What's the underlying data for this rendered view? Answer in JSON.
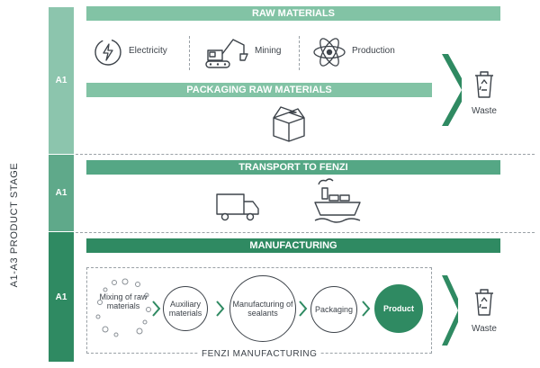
{
  "side_title": "A1-A3 PRODUCT STAGE",
  "stages": {
    "s1": "A1",
    "s2": "A1",
    "s3": "A1"
  },
  "bars": {
    "raw_materials": "RAW MATERIALS",
    "packaging": "PACKAGING RAW MATERIALS",
    "transport": "TRANSPORT TO FENZI",
    "manufacturing": "MANUFACTURING"
  },
  "raw_items": {
    "electricity": "Electricity",
    "mining": "Mining",
    "production": "Production"
  },
  "waste": {
    "top": "Waste",
    "bottom": "Waste"
  },
  "process": {
    "mixing": "Mixing of raw materials",
    "auxiliary": "Auxiliary materials",
    "sealants": "Manufacturing of sealants",
    "packaging": "Packaging",
    "product": "Product"
  },
  "fenzi_label": "FENZI MANUFACTURING",
  "colors": {
    "light_green": "#82c3a5",
    "mid_green": "#55a785",
    "dark_green": "#2f8a62",
    "icon_gray": "#3d434a"
  },
  "icons": [
    "plug-icon",
    "excavator-icon",
    "atom-icon",
    "box-icon",
    "truck-icon",
    "ship-icon",
    "recycle-bin-icon"
  ]
}
